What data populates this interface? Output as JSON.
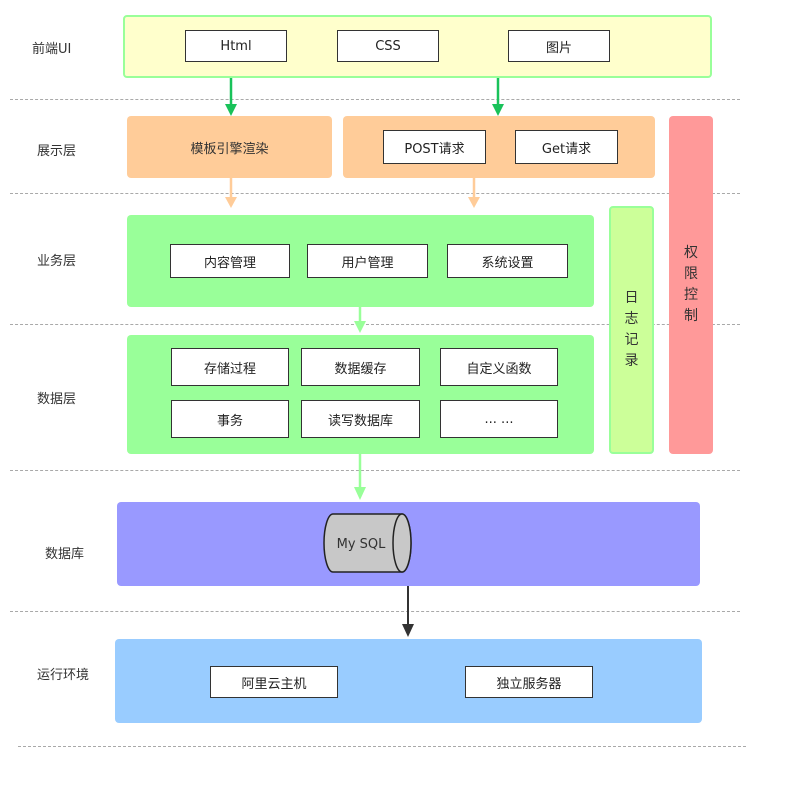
{
  "layers": {
    "frontend": "前端UI",
    "presentation": "展示层",
    "business": "业务层",
    "data": "数据层",
    "database": "数据库",
    "runtime": "运行环境"
  },
  "frontend": {
    "html": "Html",
    "css": "CSS",
    "image": "图片"
  },
  "presentation": {
    "template": "模板引擎渲染",
    "post": "POST请求",
    "get": "Get请求"
  },
  "business": {
    "content": "内容管理",
    "user": "用户管理",
    "settings": "系统设置"
  },
  "data": {
    "procedure": "存储过程",
    "cache": "数据缓存",
    "function": "自定义函数",
    "transaction": "事务",
    "readwrite": "读写数据库",
    "more": "... ..."
  },
  "database": {
    "mysql": "My SQL"
  },
  "runtime": {
    "aliyun": "阿里云主机",
    "server": "独立服务器"
  },
  "side": {
    "log": [
      "日",
      "志",
      "记",
      "录"
    ],
    "auth": [
      "权",
      "限",
      "控",
      "制"
    ]
  },
  "colors": {
    "frontend_band": "#ffffcc",
    "frontend_border": "#99ff99",
    "presentation_band": "#ffcc99",
    "business_band": "#99ff99",
    "log_band": "#ccff99",
    "auth_band": "#ff9999",
    "database_band": "#9999ff",
    "runtime_band": "#99ccff",
    "arrow_green": "#19c25a",
    "arrow_orange": "#ffcc99",
    "arrow_lightgreen": "#99ff99",
    "arrow_dark": "#333333"
  }
}
